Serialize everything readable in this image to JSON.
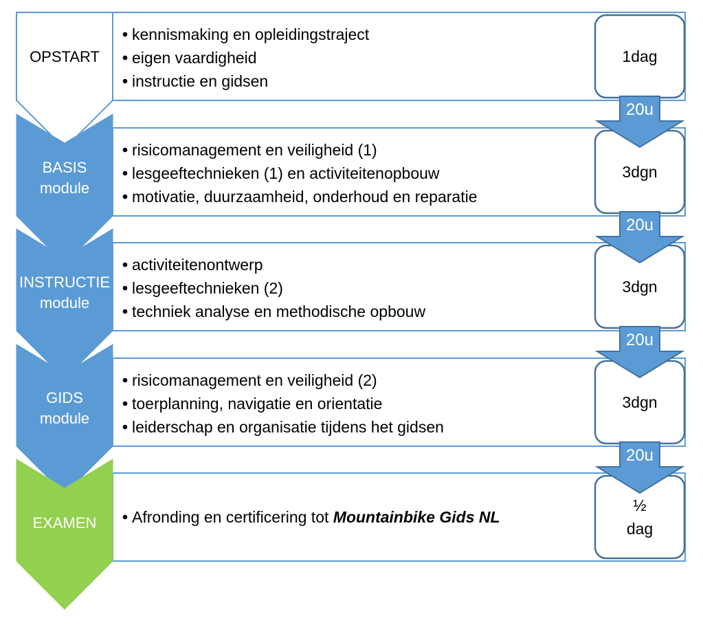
{
  "colors": {
    "blue": "#5b9bd5",
    "blue_stroke": "#41719c",
    "green": "#92d050",
    "white": "#ffffff",
    "text_dark": "#000000",
    "text_light": "#ffffff"
  },
  "rows": [
    {
      "label_lines": [
        "OPSTART"
      ],
      "chevron_fill": "white",
      "items": [
        {
          "text": "kennismaking en opleidingstraject"
        },
        {
          "text": "eigen vaardigheid"
        },
        {
          "text": "instructie en gidsen"
        }
      ],
      "duration_lines": [
        "1dag"
      ],
      "hours": "20u"
    },
    {
      "label_lines": [
        "BASIS",
        "module"
      ],
      "chevron_fill": "blue",
      "items": [
        {
          "text": "risicomanagement en veiligheid (1)"
        },
        {
          "text": "lesgeeftechnieken (1) en activiteitenopbouw"
        },
        {
          "text": "motivatie, duurzaamheid, onderhoud en reparatie"
        }
      ],
      "duration_lines": [
        "3dgn"
      ],
      "hours": "20u"
    },
    {
      "label_lines": [
        "INSTRUCTIE",
        "module"
      ],
      "chevron_fill": "blue",
      "items": [
        {
          "text": "activiteitenontwerp"
        },
        {
          "text": "lesgeeftechnieken (2)"
        },
        {
          "text": "techniek analyse en methodische opbouw"
        }
      ],
      "duration_lines": [
        "3dgn"
      ],
      "hours": "20u"
    },
    {
      "label_lines": [
        "GIDS",
        "module"
      ],
      "chevron_fill": "blue",
      "items": [
        {
          "text": "risicomanagement en veiligheid (2)"
        },
        {
          "text": "toerplanning, navigatie en orientatie"
        },
        {
          "text": "leiderschap en organisatie tijdens het gidsen"
        }
      ],
      "duration_lines": [
        "3dgn"
      ],
      "hours": "20u"
    },
    {
      "label_lines": [
        "EXAMEN"
      ],
      "chevron_fill": "green",
      "items": [
        {
          "text": "Afronding en certificering tot ",
          "emphasis": "Mountainbike Gids NL"
        }
      ],
      "duration_lines": [
        "½",
        "dag"
      ],
      "hours": ""
    }
  ]
}
